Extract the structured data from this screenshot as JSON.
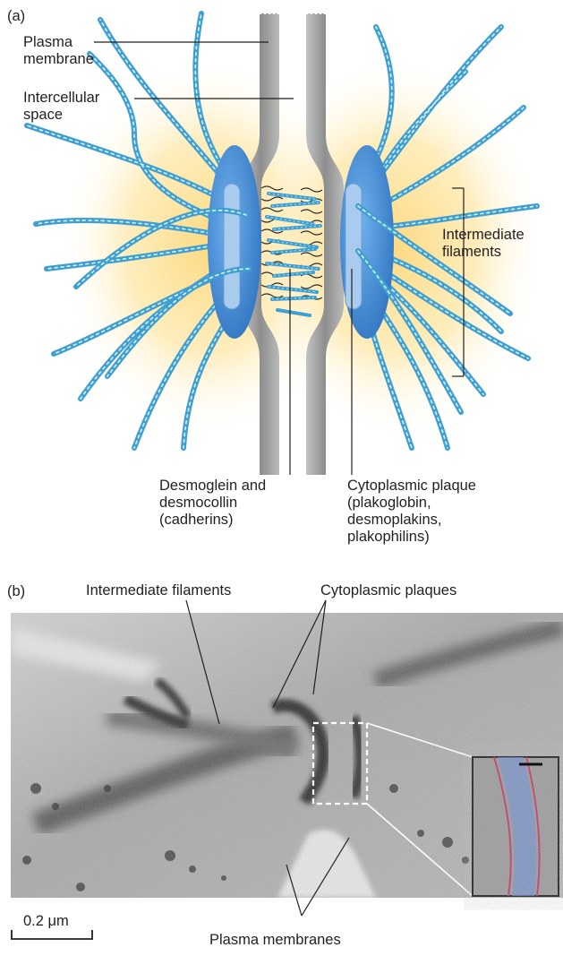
{
  "panel_a": {
    "panel_label": "(a)",
    "labels": {
      "plasma_membrane": "Plasma\nmembrane",
      "intercellular_space": "Intercellular\nspace",
      "intermediate_filaments": "Intermediate\nfilaments",
      "desmoglein": "Desmoglein and\ndesmocollin\n(cadherins)",
      "cytoplasmic_plaque": "Cytoplasmic plaque\n(plakoglobin,\ndesmoplakins,\nplakophilins)"
    }
  },
  "panel_b": {
    "panel_label": "(b)",
    "labels": {
      "intermediate_filaments": "Intermediate filaments",
      "cytoplasmic_plaques": "Cytoplasmic plaques",
      "plasma_membranes": "Plasma membranes",
      "scale_bar": "0.2 μm"
    }
  },
  "colors": {
    "filament": "#3f9fd0",
    "filament_highlight": "#bfe6f8",
    "plaque": "#3f88cf",
    "plaque_inner": "#a9cbee",
    "membrane": "#9a9a9a",
    "glow": "#fde7a8",
    "micrograph_bg": "#bcbcbc",
    "inset_pink": "#c03a6a",
    "inset_blue": "#7090d8"
  }
}
